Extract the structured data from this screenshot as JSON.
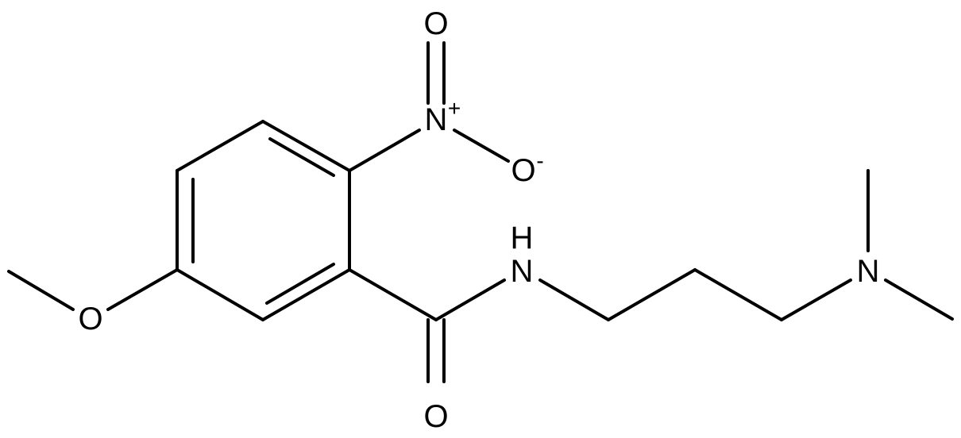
{
  "atoms": {
    "nitro_o_top": "O",
    "nitro_n": "N",
    "nitro_n_charge": "+",
    "nitro_o_minus": "O",
    "nitro_o_minus_charge": "-",
    "amide_nh_h": "H",
    "amide_nh_n": "N",
    "amide_o": "O",
    "methoxy_o": "O",
    "amine_n": "N"
  },
  "colors": {
    "ink": "#000000",
    "background": "#ffffff"
  }
}
